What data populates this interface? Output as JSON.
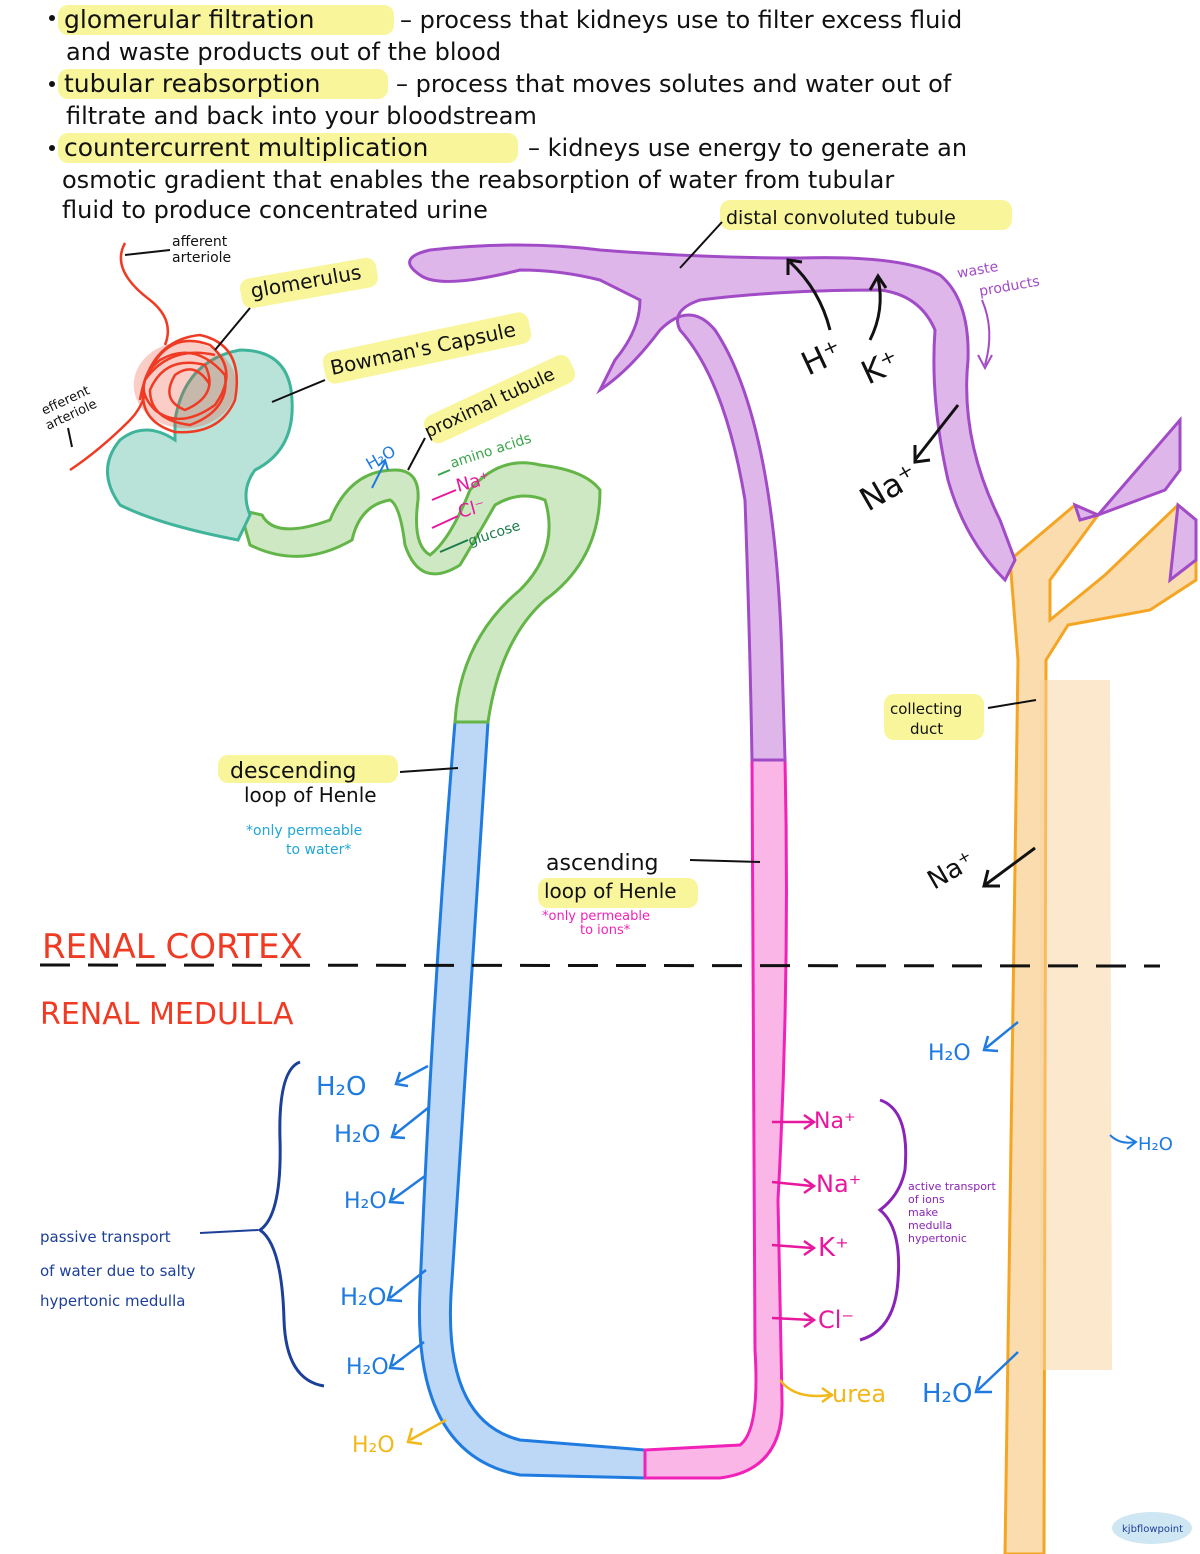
{
  "notes": [
    {
      "term": "glomerular filtration",
      "definition_lines": [
        "– process that kidneys use to filter excess fluid",
        "and waste products out of the blood"
      ]
    },
    {
      "term": "tubular reabsorption",
      "definition_lines": [
        "– process that moves solutes and water out of",
        "filtrate and back into your bloodstream"
      ]
    },
    {
      "term": "countercurrent multiplication",
      "definition_lines": [
        "– kidneys use energy to generate an",
        "osmotic gradient that enables the reabsorption of water from tubular",
        "fluid to produce concentrated urine"
      ]
    }
  ],
  "labels": {
    "afferent": [
      "afferent",
      "arteriole"
    ],
    "efferent": [
      "efferent",
      "arteriole"
    ],
    "glomerulus": "glomerulus",
    "bowmans": "Bowman's Capsule",
    "proximal": "proximal tubule",
    "distal": "distal convoluted tubule",
    "waste": [
      "waste",
      "products"
    ],
    "descending": [
      "descending",
      "loop of Henle"
    ],
    "descending_note": [
      "*only permeable",
      "to water*"
    ],
    "ascending": [
      "ascending",
      "loop of Henle"
    ],
    "ascending_note": [
      "*only permeable",
      "to ions*"
    ],
    "collecting": [
      "collecting",
      "duct"
    ],
    "cortex": "RENAL CORTEX",
    "medulla": "RENAL MEDULLA",
    "passive": [
      "passive transport",
      "of water due to salty",
      "hypertonic medulla"
    ],
    "active": [
      "active transport",
      "of ions",
      "make",
      "medulla",
      "hypertonic"
    ],
    "watermark": "kjbflowpoint"
  },
  "ions": {
    "proximal": [
      "amino acids",
      "Na⁺",
      "Cl⁻",
      "glucose"
    ],
    "proximal_h2o": "H₂O",
    "distal_h": "H⁺",
    "distal_k": "K⁺",
    "distal_na": "Na⁺",
    "collecting_na": "Na⁺",
    "descending_h2o": [
      "H₂O",
      "H₂O",
      "H₂O",
      "H₂O",
      "H₂O"
    ],
    "bottom_h2o": "H₂O",
    "ascending": [
      "Na⁺",
      "Na⁺",
      "K⁺",
      "Cl⁻"
    ],
    "urea": "urea",
    "collecting_h2o": [
      "H₂O",
      "H₂O",
      "H₂O"
    ]
  },
  "colors": {
    "bowmans": "#b9e3d9",
    "proximal": "#cfe8c4",
    "descending": "#bcd8f6",
    "ascending": "#fbb6e8",
    "distal": "#dfb6ea",
    "collecting": "#fbdcae",
    "glomerulus": "#ef3b24",
    "highlight": "#f8f59a"
  }
}
